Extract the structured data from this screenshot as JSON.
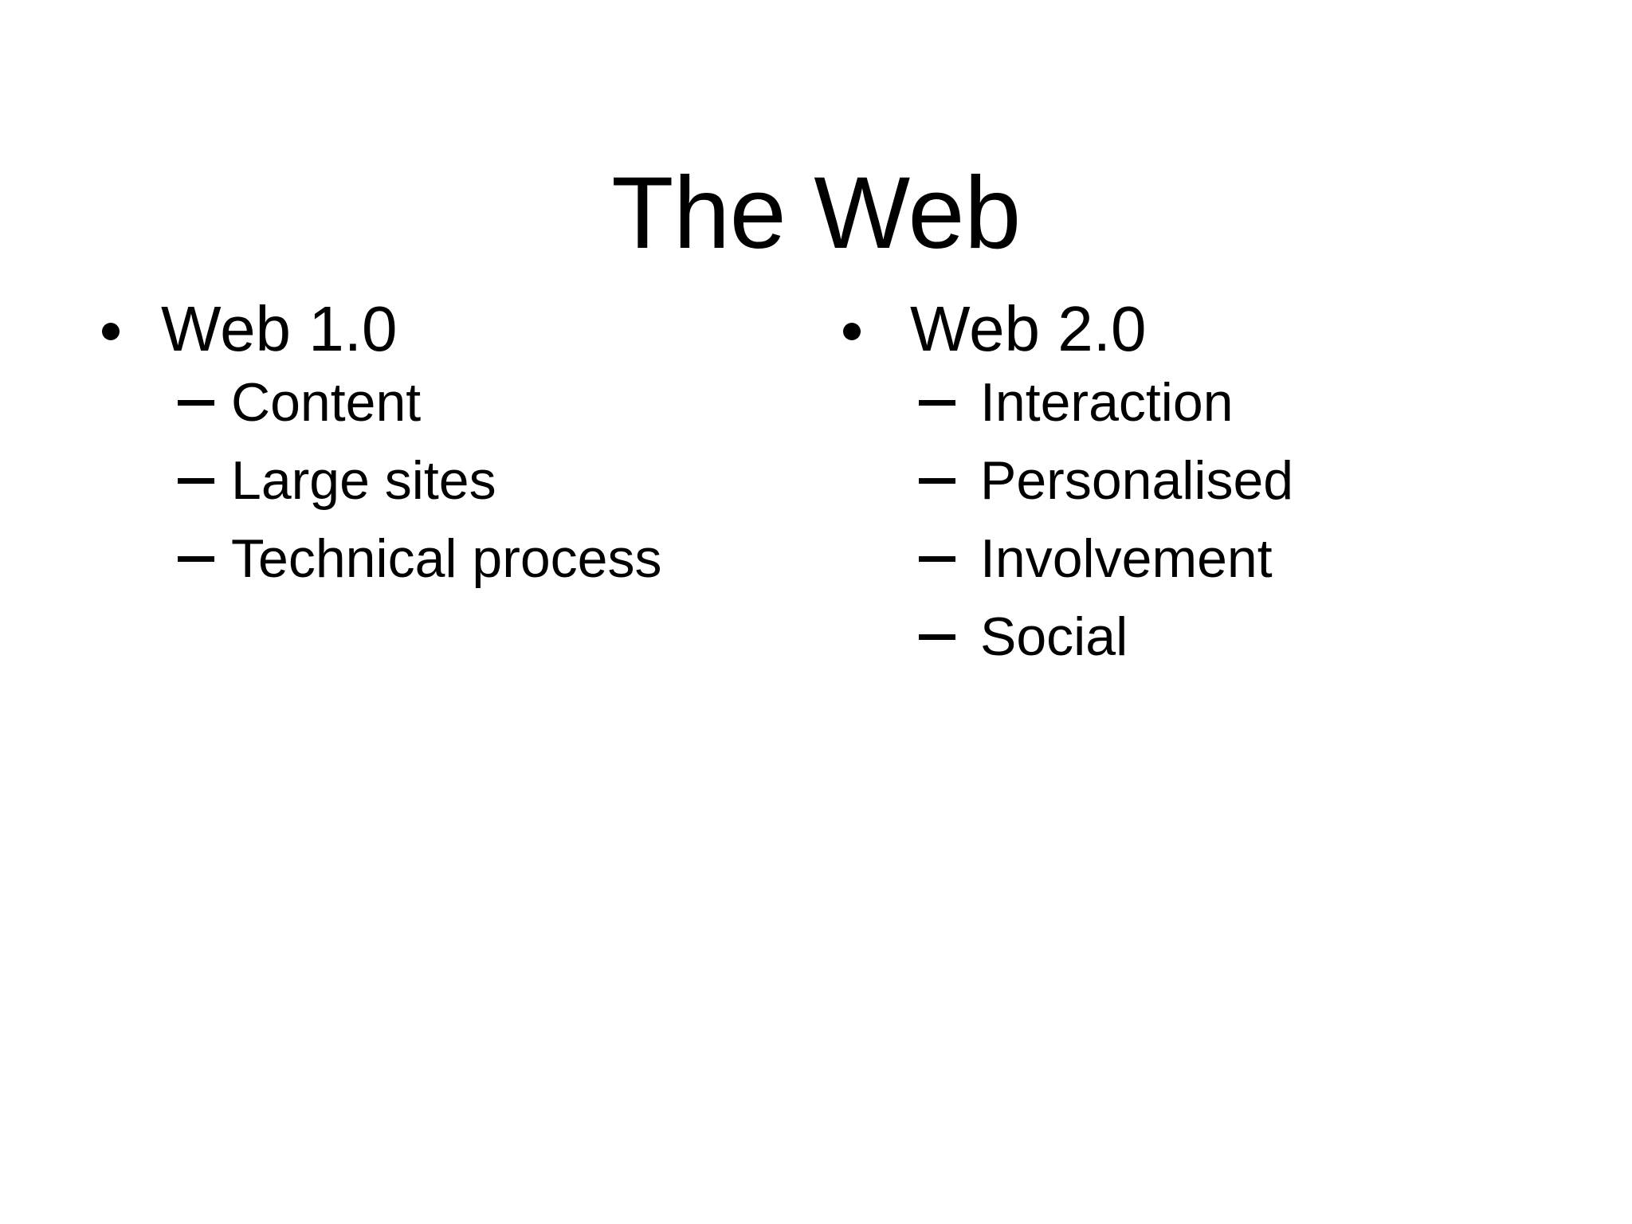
{
  "slide": {
    "title": "The Web",
    "background_color": "#ffffff",
    "text_color": "#000000",
    "columns": [
      {
        "id": "left",
        "bullet_marker": "dot",
        "heading": "Web 1.0",
        "sub_marker": "dash",
        "items": [
          "Content",
          "Large sites",
          "Technical process"
        ]
      },
      {
        "id": "right",
        "bullet_marker": "dot",
        "heading": "Web 2.0",
        "sub_marker": "dash",
        "items": [
          "Interaction",
          "Personalised",
          "Involvement",
          "Social"
        ]
      }
    ]
  }
}
